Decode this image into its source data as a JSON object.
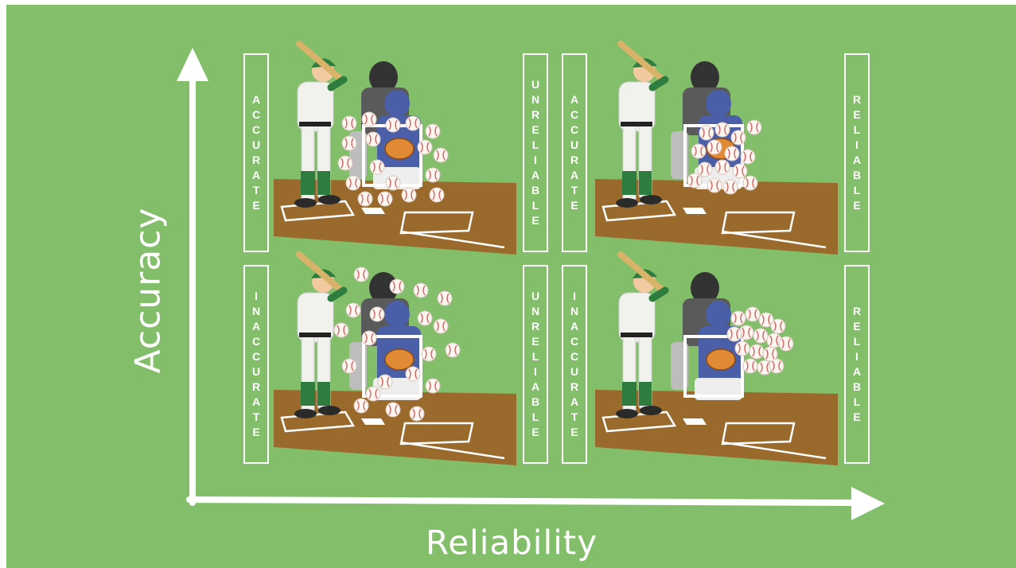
{
  "axes": {
    "y_label": "Accuracy",
    "x_label": "Reliability"
  },
  "colors": {
    "background": "#83bf6a",
    "axis": "#ffffff",
    "dirt": "#9a6a2c",
    "jersey_green": "#2f7d3e",
    "catcher_blue": "#4a5fa8",
    "umpire_gray": "#5a5a5a",
    "glove": "#e08a35",
    "ball_stitch": "#d06060"
  },
  "panels": [
    {
      "id": "top-left",
      "left_label": "ACCURATE",
      "right_label": "UNRELIABLE",
      "description": "balls scattered around strike zone"
    },
    {
      "id": "top-right",
      "left_label": "ACCURATE",
      "right_label": "RELIABLE",
      "description": "balls clustered in strike zone"
    },
    {
      "id": "bottom-left",
      "left_label": "INACCURATE",
      "right_label": "UNRELIABLE",
      "description": "balls scattered away from strike zone"
    },
    {
      "id": "bottom-right",
      "left_label": "INACCURATE",
      "right_label": "RELIABLE",
      "description": "balls clustered outside strike zone"
    }
  ]
}
